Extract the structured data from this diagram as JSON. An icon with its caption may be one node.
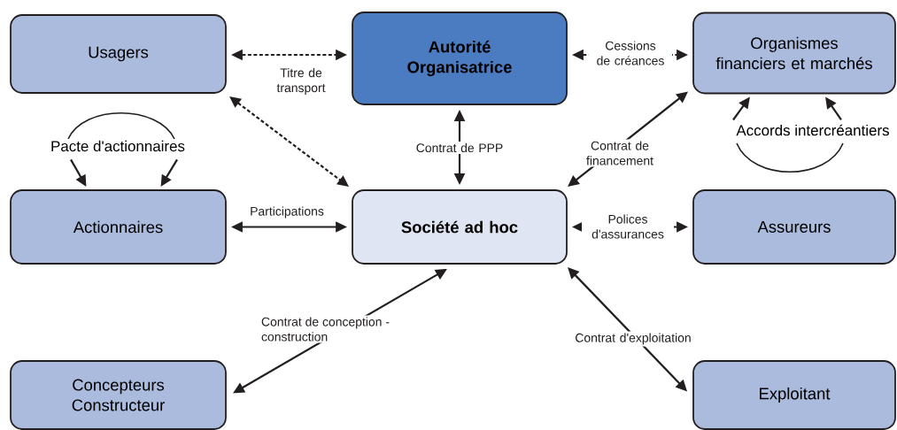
{
  "diagram": {
    "nodes": [
      {
        "text": [
          "Usagers"
        ]
      },
      {
        "text": [
          "Autorité Organisatrice"
        ]
      },
      {
        "text": [
          "Organismes financiers et marchés"
        ]
      },
      {
        "text": [
          "Pacte d'actionnaires"
        ]
      },
      {
        "text": [
          "Accords intercréantiers"
        ]
      },
      {
        "text": [
          "Actionnaires"
        ]
      },
      {
        "text": [
          "Société ad hoc"
        ]
      },
      {
        "text": [
          "Assureurs"
        ]
      },
      {
        "text": [
          "Concepteurs Constructeur"
        ]
      },
      {
        "text": [
          "Exploitant"
        ]
      }
    ],
    "edges": [
      {
        "from": 0,
        "to": 1,
        "arrow": "both",
        "style": "dashed",
        "label": "Titre de transport"
      },
      {
        "from": 0,
        "to": 6,
        "arrow": "both",
        "style": "dashed"
      },
      {
        "from": 1,
        "to": 2,
        "arrow": "both",
        "style": "dashed",
        "label": "Cessions de créances"
      },
      {
        "from": 1,
        "to": 6,
        "arrow": "both",
        "label": "Contrat de PPP"
      },
      {
        "from": 6,
        "to": 2,
        "arrow": "both",
        "label": "Contrat de financement"
      },
      {
        "from": 3,
        "to": 5,
        "arrow": "to"
      },
      {
        "from": 3,
        "to": 5,
        "arrow": "to"
      },
      {
        "from": 5,
        "to": 6,
        "arrow": "both",
        "label": "Participations"
      },
      {
        "from": 6,
        "to": 7,
        "arrow": "both",
        "label": "Polices d'assurances"
      },
      {
        "from": 6,
        "to": 8,
        "arrow": "both",
        "label": "Contrat de conception - construction"
      },
      {
        "from": 6,
        "to": 9,
        "arrow": "both",
        "label": "Contrat d'exploitation"
      },
      {
        "from": 4,
        "to": 2,
        "arrow": "to"
      },
      {
        "from": 4,
        "to": 2,
        "arrow": "to"
      }
    ]
  }
}
